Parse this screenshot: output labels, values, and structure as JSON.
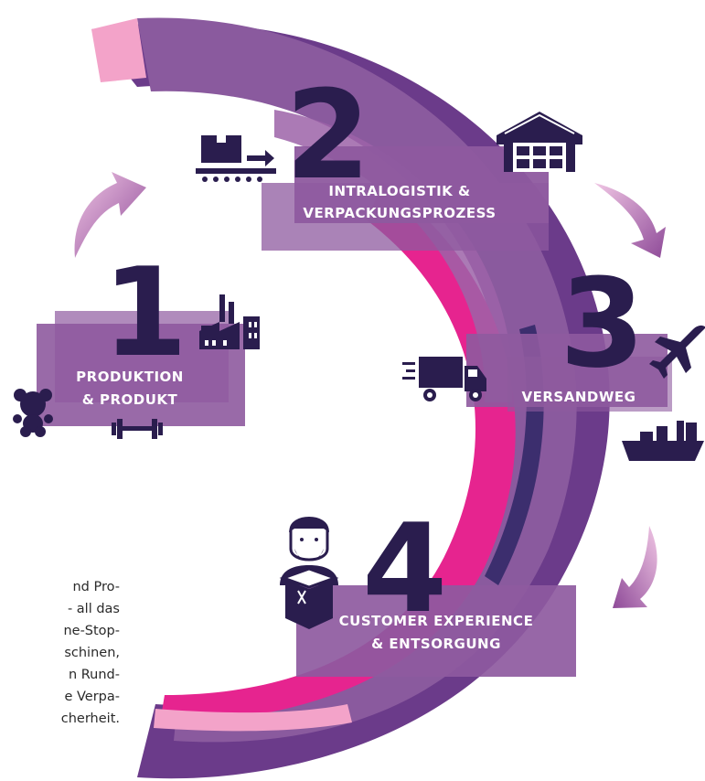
{
  "stages": [
    {
      "number": "1",
      "label_line1": "PRODUKTION",
      "label_line2": "& PRODUKT"
    },
    {
      "number": "2",
      "label_line1": "INTRALOGISTIK &",
      "label_line2": "VERPACKUNGSPROZESS"
    },
    {
      "number": "3",
      "label_line1": "VERSANDWEG",
      "label_line2": ""
    },
    {
      "number": "4",
      "label_line1": "CUSTOMER EXPERIENCE",
      "label_line2": "& ENTSORGUNG"
    }
  ],
  "body_text_fragments": [
    "nd Pro-",
    "- all das",
    "ne-Stop-",
    "schinen,",
    "n Rund-",
    "e Verpa-",
    "cherheit."
  ],
  "icons": [
    "factory-icon",
    "teddy-bear-icon",
    "dumbbell-icon",
    "conveyor-box-icon",
    "warehouse-icon",
    "truck-icon",
    "airplane-icon",
    "cargo-ship-icon",
    "customer-with-box-icon"
  ],
  "colors": {
    "deep_purple": "#6b3b8a",
    "mid_purple": "#8a5a9e",
    "box_purple": "#8e5a9f",
    "magenta": "#e6248f",
    "pink_light": "#f3a3c9",
    "navy": "#2a1d4e",
    "arrow_start": "#f0c6e4",
    "arrow_end": "#8e4a98"
  }
}
